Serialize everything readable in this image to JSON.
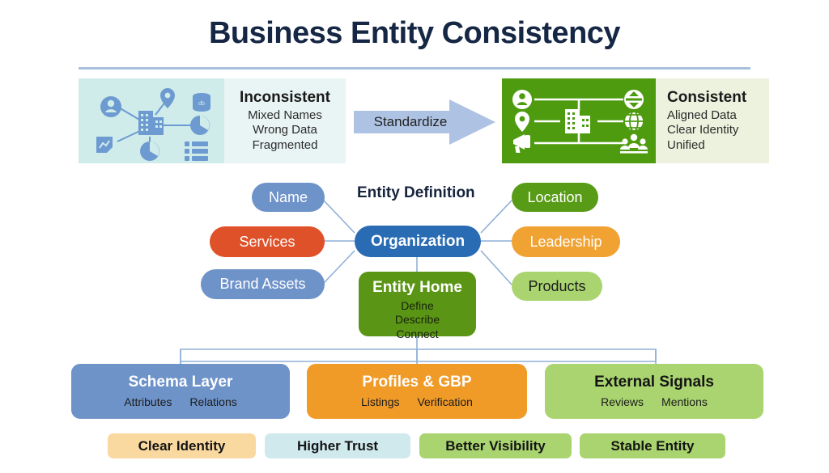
{
  "title": "Business Entity Consistency",
  "comparison": {
    "before": {
      "heading": "Inconsistent",
      "lines": [
        "Mixed Names",
        "Wrong Data",
        "Fragmented"
      ],
      "panel_color": "#cfecea",
      "text_panel_color": "#e9f5f4",
      "icon_color": "#6d9bd1",
      "icons": [
        "person-icon",
        "location-pin-icon",
        "database-icon",
        "building-icon",
        "pie-chart-icon",
        "list-icon",
        "chart-card-icon"
      ]
    },
    "transition": {
      "label": "Standardize",
      "arrow_color": "#aec3e4"
    },
    "after": {
      "heading": "Consistent",
      "lines": [
        "Aligned Data",
        "Clear Identity",
        "Unified"
      ],
      "panel_color": "#4e9b0f",
      "text_panel_color": "#edf2de",
      "icon_color": "#ffffff",
      "icons": [
        "person-icon",
        "location-pin-icon",
        "megaphone-icon",
        "building-icon",
        "sync-arrows-icon",
        "globe-icon",
        "people-group-icon"
      ]
    }
  },
  "entity_definition": {
    "section_label": "Entity Definition",
    "hub": {
      "label": "Organization",
      "color": "#2a6cb3",
      "text_color": "#ffffff"
    },
    "left_nodes": [
      {
        "label": "Name",
        "color": "#6e93c9",
        "text_color": "#ffffff"
      },
      {
        "label": "Services",
        "color": "#df5129",
        "text_color": "#ffffff"
      },
      {
        "label": "Brand Assets",
        "color": "#6e93c9",
        "text_color": "#ffffff"
      }
    ],
    "right_nodes": [
      {
        "label": "Location",
        "color": "#589b16",
        "text_color": "#ffffff"
      },
      {
        "label": "Leadership",
        "color": "#f0a232",
        "text_color": "#ffffff"
      },
      {
        "label": "Products",
        "color": "#a9d46f",
        "text_color": "#1c1c1c"
      }
    ],
    "entity_home": {
      "title": "Entity Home",
      "color": "#5b9515",
      "subs": [
        "Define",
        "Describe",
        "Connect"
      ]
    }
  },
  "layers": [
    {
      "title": "Schema Layer",
      "color": "#6e93c9",
      "title_color": "#ffffff",
      "sub_color": "#1c1c1c",
      "subs": [
        "Attributes",
        "Relations"
      ]
    },
    {
      "title": "Profiles & GBP",
      "color": "#f09a28",
      "title_color": "#ffffff",
      "sub_color": "#1c1c1c",
      "subs": [
        "Listings",
        "Verification"
      ]
    },
    {
      "title": "External Signals",
      "color": "#a9d46f",
      "title_color": "#141414",
      "sub_color": "#1c1c1c",
      "subs": [
        "Reviews",
        "Mentions"
      ]
    }
  ],
  "outcomes": [
    {
      "label": "Clear Identity",
      "color": "#fad9a0"
    },
    {
      "label": "Higher Trust",
      "color": "#cfe9ed"
    },
    {
      "label": "Better Visibility",
      "color": "#a9d46f"
    },
    {
      "label": "Stable Entity",
      "color": "#a9d46f"
    }
  ],
  "connector_color": "#8fb0d8"
}
